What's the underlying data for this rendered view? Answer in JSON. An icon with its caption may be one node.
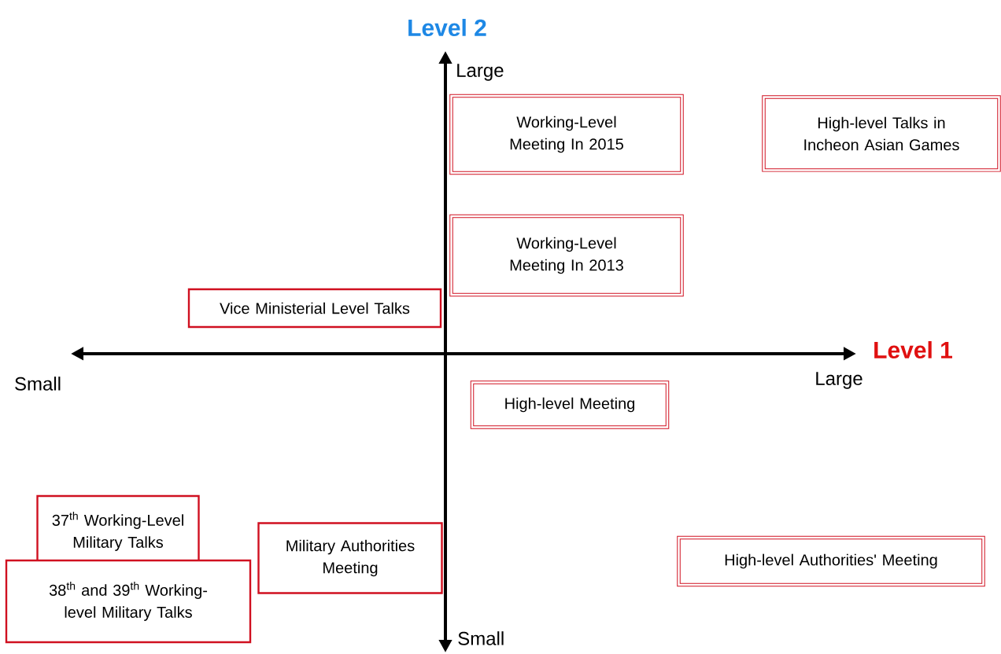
{
  "diagram": {
    "nodes": [
      {
        "text": [
          "Working-Level Meeting In 2015"
        ]
      },
      {
        "text": [
          "High-level Talks in Incheon Asian Games"
        ]
      },
      {
        "text": [
          "Working-Level Meeting In 2013"
        ]
      },
      {
        "text": [
          "Vice Ministerial Level Talks"
        ]
      },
      {
        "text": [
          "High-level Meeting"
        ]
      },
      {
        "text": [
          "37$^{th}$ Working-Level Military Talks"
        ]
      },
      {
        "text": [
          "Military Authorities Meeting"
        ]
      },
      {
        "text": [
          "High-level Authorities' Meeting"
        ]
      },
      {
        "text": [
          "38$^{th}$ and 39$^{th}$ Working-level Military Talks"
        ]
      }
    ],
    "labels": [
      "Level 2",
      "Large",
      "Level 1",
      "Small",
      "Large",
      "Small"
    ]
  }
}
